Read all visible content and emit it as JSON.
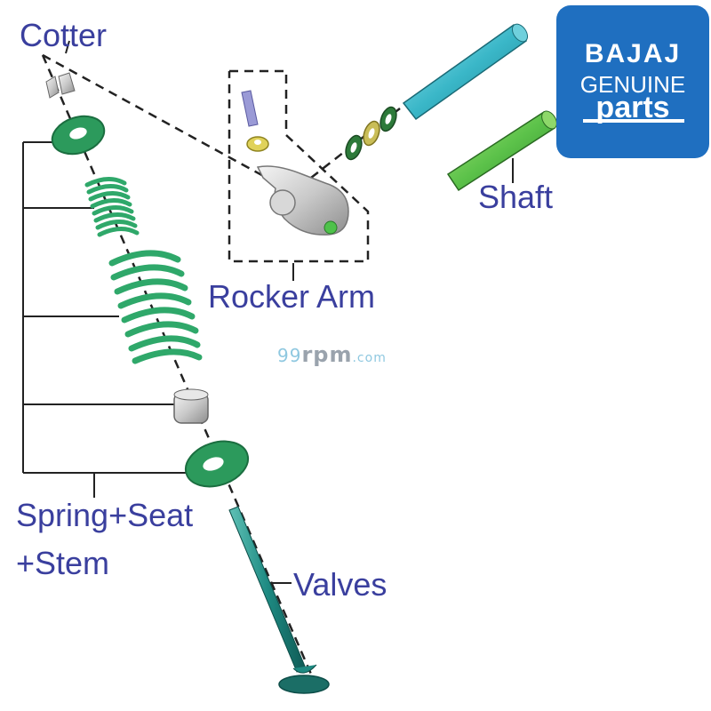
{
  "labels": {
    "cotter": "Cotter",
    "rocker_arm": "Rocker Arm",
    "shaft": "Shaft",
    "spring_seat_line1": "Spring+Seat",
    "spring_seat_line2": "+Stem",
    "valves": "Valves"
  },
  "watermark": {
    "part1": "99",
    "part2": "rpm",
    "part3": ".com"
  },
  "logo": {
    "brand": "BAJAJ",
    "line2": "GENUINE",
    "line3": "parts"
  },
  "colors": {
    "label_text": "#3a3f9e",
    "spring_green": "#2fa86a",
    "valve_teal": "#1e8a82",
    "pushrod_cyan": "#3ab7c8",
    "shaft_green": "#5cc24a",
    "logo_blue": "#1f6fc0"
  }
}
